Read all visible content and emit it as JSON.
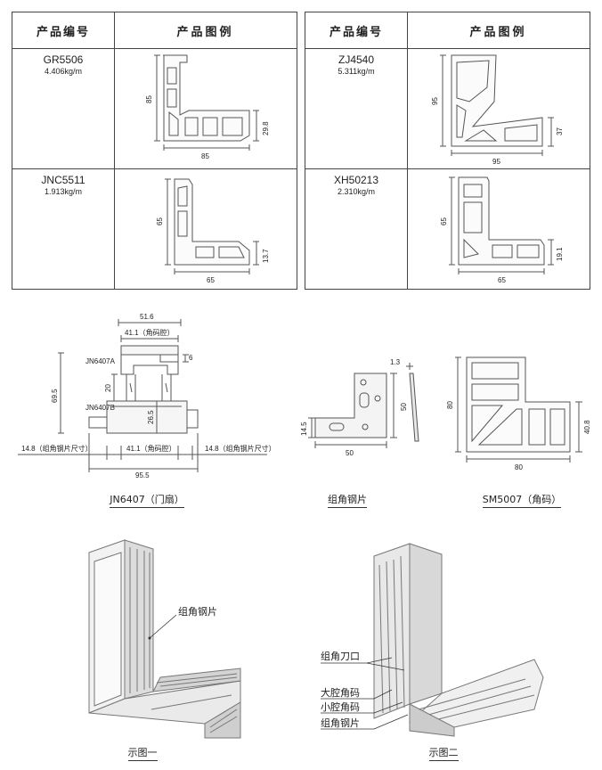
{
  "headers": {
    "code": "产品编号",
    "drawing": "产品图例"
  },
  "table_left": [
    {
      "code": "GR5506",
      "weight": "4.406kg/m",
      "dim_h": "85",
      "dim_w": "85",
      "dim_s": "29.8"
    },
    {
      "code": "JNC5511",
      "weight": "1.913kg/m",
      "dim_h": "65",
      "dim_w": "65",
      "dim_s": "13.7"
    }
  ],
  "table_right": [
    {
      "code": "ZJ4540",
      "weight": "5.311kg/m",
      "dim_h": "95",
      "dim_w": "95",
      "dim_s": "37"
    },
    {
      "code": "XH50213",
      "weight": "2.310kg/m",
      "dim_h": "65",
      "dim_w": "65",
      "dim_s": "19.1"
    }
  ],
  "jn6407": {
    "caption": "JN6407（门扇）",
    "label_a": "JN6407A",
    "label_b": "JN6407B",
    "d_top": "51.6",
    "d_inner_top": "41.1（角码腔）",
    "d_6": "6",
    "d_height": "69.5",
    "d_20": "20",
    "d_26": "26.5",
    "d_left": "14.8（组角钢片尺寸）",
    "d_mid": "41.1（角码腔）",
    "d_right": "14.8（组角钢片尺寸）",
    "d_total": "95.5"
  },
  "plate": {
    "caption": "组角钢片",
    "d_thick": "1.3",
    "d_h": "50",
    "d_w": "50",
    "d_s": "14.5"
  },
  "sm5007": {
    "caption": "SM5007（角码）",
    "d_h": "80",
    "d_w": "80",
    "d_s": "40.8"
  },
  "fig1": {
    "caption": "示图一",
    "label": "组角钢片"
  },
  "fig2": {
    "caption": "示图二",
    "labels": [
      "组角刀口",
      "大腔角码",
      "小腔角码",
      "组角钢片"
    ]
  }
}
